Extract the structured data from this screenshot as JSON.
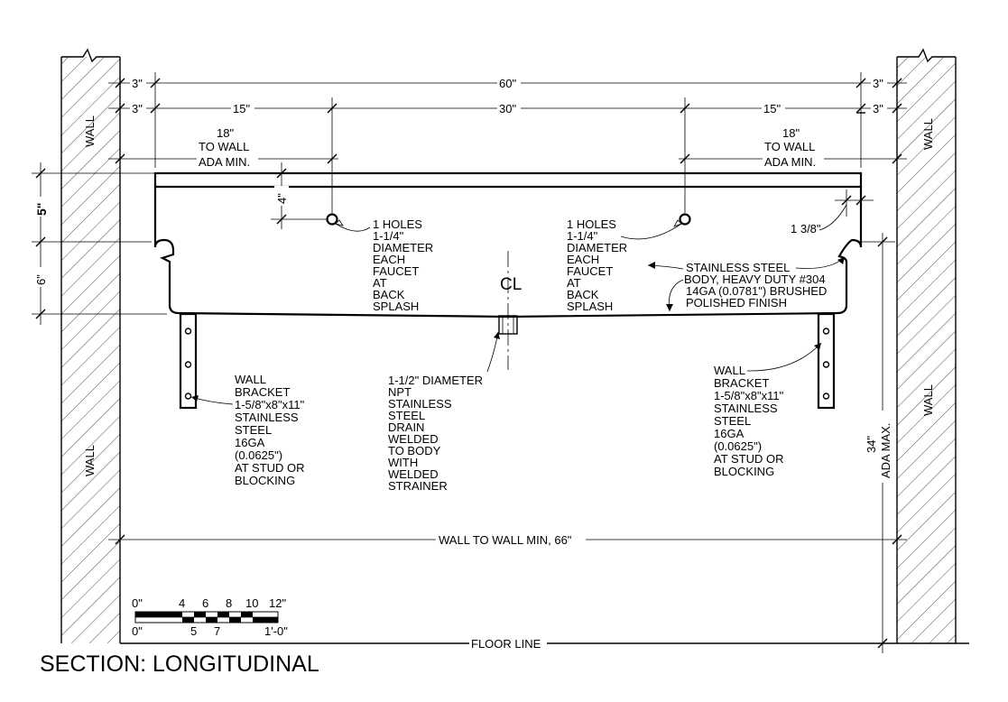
{
  "title": "SECTION: LONGITUDINAL",
  "walls": {
    "label": "WALL"
  },
  "dims": {
    "overall": "60\"",
    "end_clear_left": "3\"",
    "end_clear_right": "3\"",
    "end_clear_left_2": "3\"",
    "end_clear_right_2": "3\"",
    "faucet_offset_left": "15\"",
    "faucet_spacing": "30\"",
    "faucet_offset_right": "15\"",
    "splash_height": "5\"",
    "hole_drop": "4\"",
    "bowl_depth": "6\"",
    "rim_thickness": "1 3/8\"",
    "rim_height": "34\"",
    "rim_height_note": "ADA MAX.",
    "wall_to_wall": "WALL TO WALL MIN, 66\"",
    "floor_line": "FLOOR LINE"
  },
  "ada_left": [
    "18\"",
    "TO WALL",
    "ADA MIN."
  ],
  "ada_right": [
    "18\"",
    "TO WALL",
    "ADA MIN."
  ],
  "centerline": "CL",
  "note_holes_left": [
    "1 HOLES",
    "1-1/4\"",
    "DIAMETER",
    "EACH",
    "FAUCET",
    "AT",
    "BACK",
    "SPLASH"
  ],
  "note_holes_right": [
    "1 HOLES",
    "1-1/4\"",
    "DIAMETER",
    "EACH",
    "FAUCET",
    "AT",
    "BACK",
    "SPLASH"
  ],
  "note_body": [
    "STAINLESS STEEL",
    "BODY, HEAVY DUTY #304",
    "14GA (0.0781\") BRUSHED",
    "POLISHED FINISH"
  ],
  "note_bracket_left": [
    "WALL",
    "BRACKET",
    "1-5/8\"x8\"x11\"",
    "STAINLESS",
    "STEEL",
    "16GA",
    "(0.0625\")",
    "AT STUD OR",
    "BLOCKING"
  ],
  "note_bracket_right": [
    "WALL",
    "BRACKET",
    "1-5/8\"x8\"x11\"",
    "STAINLESS",
    "STEEL",
    "16GA",
    "(0.0625\")",
    "AT STUD OR",
    "BLOCKING"
  ],
  "note_drain": [
    "1-1/2\" DIAMETER",
    "NPT",
    "STAINLESS",
    "STEEL",
    "DRAIN",
    "WELDED",
    "TO BODY",
    "WITH",
    "WELDED",
    "STRAINER"
  ],
  "scale": {
    "top_labels": [
      "0\"",
      "4",
      "6",
      "8",
      "10",
      "12\""
    ],
    "bottom_labels": [
      "0\"",
      "5",
      "7",
      "1'-0\""
    ]
  }
}
